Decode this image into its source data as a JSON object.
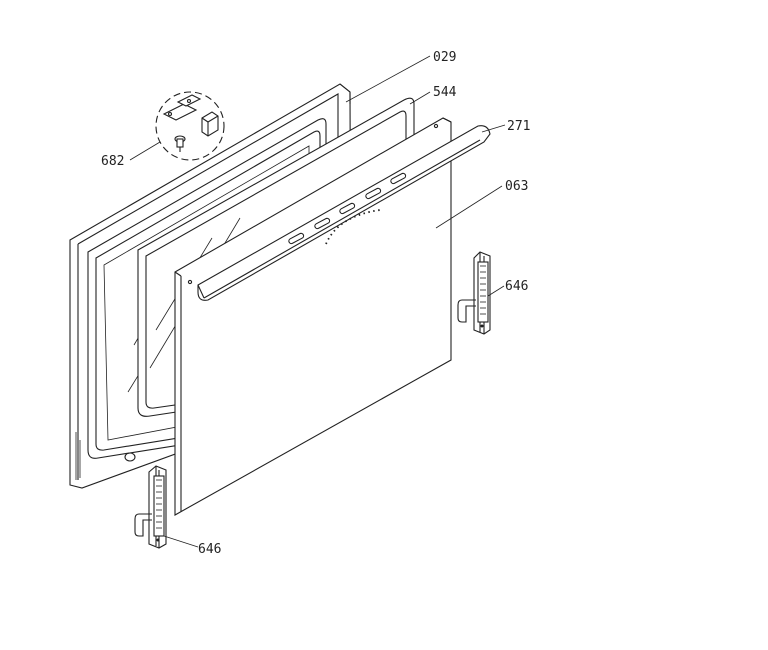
{
  "callouts": {
    "glass_frame": "029",
    "inner_frame": "544",
    "handle": "271",
    "outer_panel": "063",
    "hinge_right": "646",
    "hinge_left": "646",
    "clip_detail": "682"
  }
}
